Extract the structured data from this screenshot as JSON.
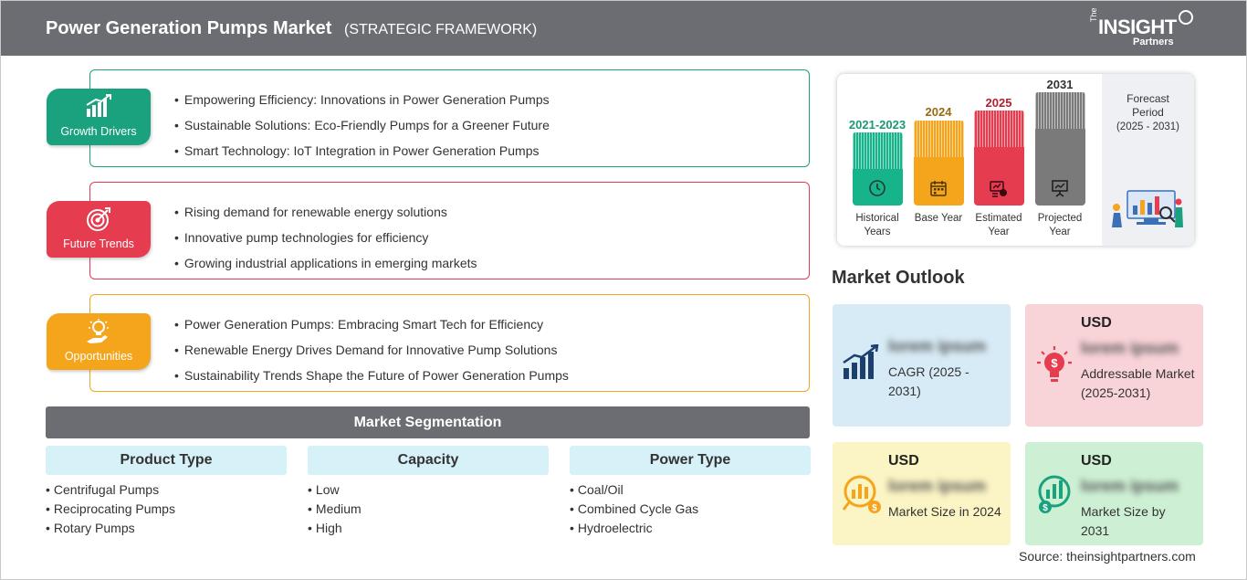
{
  "header": {
    "title": "Power Generation Pumps Market",
    "subtitle": "(STRATEGIC FRAMEWORK)",
    "logo": {
      "the": "The",
      "insight": "INSIGHT",
      "partners": "Partners"
    }
  },
  "pillars": [
    {
      "label": "Growth Drivers",
      "color": "#1aa27e",
      "icon": "growth-chart-icon",
      "items": [
        "Empowering Efficiency: Innovations in Power Generation Pumps",
        "Sustainable Solutions: Eco-Friendly Pumps for a Greener Future",
        "Smart Technology: IoT Integration in Power Generation Pumps"
      ]
    },
    {
      "label": "Future Trends",
      "color": "#e53c50",
      "icon": "target-icon",
      "items": [
        "Rising demand for renewable energy solutions",
        "Innovative pump technologies for efficiency",
        "Growing industrial applications in emerging markets"
      ]
    },
    {
      "label": "Opportunities",
      "color": "#f5a51c",
      "icon": "lightbulb-hand-icon",
      "items": [
        "Power Generation Pumps: Embracing Smart Tech for Efficiency",
        "Renewable Energy Drives Demand for Innovative Pump Solutions",
        "Sustainability Trends Shape the Future of Power Generation Pumps"
      ]
    }
  ],
  "segmentation": {
    "title": "Market Segmentation",
    "columns": [
      {
        "head": "Product Type",
        "items": [
          "Centrifugal Pumps",
          "Reciprocating Pumps",
          "Rotary Pumps"
        ]
      },
      {
        "head": "Capacity",
        "items": [
          "Low",
          "Medium",
          "High"
        ]
      },
      {
        "head": "Power Type",
        "items": [
          "Coal/Oil",
          "Combined Cycle Gas",
          "Hydroelectric"
        ]
      }
    ]
  },
  "timeline": {
    "forecast_title": "Forecast Period",
    "forecast_range": "(2025 - 2031)",
    "bars": [
      {
        "year": "2021-2023",
        "caption": "Historical Years",
        "color": "#17b48c",
        "year_color": "#1a9a74",
        "icon": "history-icon"
      },
      {
        "year": "2024",
        "caption": "Base Year",
        "color": "#f5a51c",
        "year_color": "#9a6a10",
        "icon": "calendar-icon"
      },
      {
        "year": "2025",
        "caption": "Estimated Year",
        "color": "#e53c50",
        "year_color": "#b22030",
        "icon": "estimate-icon"
      },
      {
        "year": "2031",
        "caption": "Projected Year",
        "color": "#7a7a7a",
        "year_color": "#333333",
        "icon": "presentation-icon"
      }
    ]
  },
  "outlook": {
    "title": "Market Outlook",
    "cards": [
      {
        "usd": "",
        "value": "lorem ipsum",
        "desc": "CAGR (2025 - 2031)",
        "bg": "#d7ebf6",
        "icon": "cagr-chart-icon"
      },
      {
        "usd": "USD",
        "value": "lorem ipsum",
        "desc": "Addressable Market (2025-2031)",
        "bg": "#f8d3d8",
        "icon": "bulb-dollar-icon"
      },
      {
        "usd": "USD",
        "value": "lorem ipsum",
        "desc": "Market Size in 2024",
        "bg": "#fbf4c4",
        "icon": "chart-dollar-icon"
      },
      {
        "usd": "USD",
        "value": "lorem ipsum",
        "desc": "Market Size by 2031",
        "bg": "#cdf0d4",
        "icon": "growth-dollar-icon"
      }
    ]
  },
  "source": "Source: theinsightpartners.com"
}
